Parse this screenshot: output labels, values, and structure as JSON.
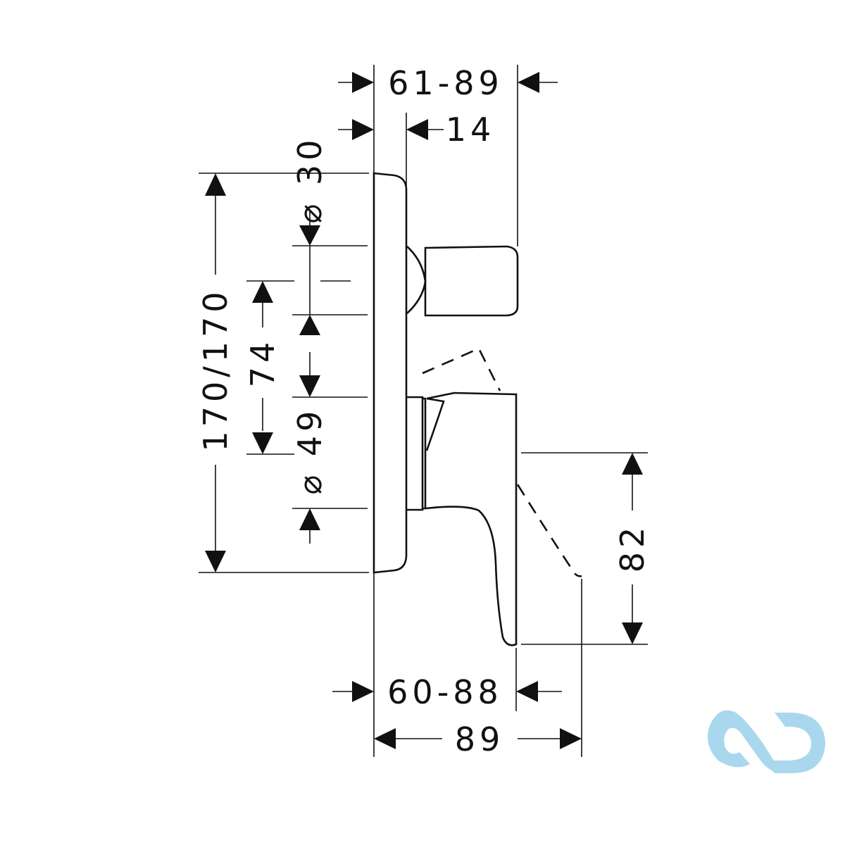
{
  "dimensions": {
    "top_width": "61-89",
    "knob_offset": "14",
    "diameter_top": "⌀ 30",
    "height_total": "170/170",
    "height_mid": "74",
    "diameter_bottom": "⌀ 49",
    "lever_height": "82",
    "bottom_width": "60-88",
    "total_depth": "89"
  },
  "logo": {
    "color": "#a9d8ee"
  }
}
